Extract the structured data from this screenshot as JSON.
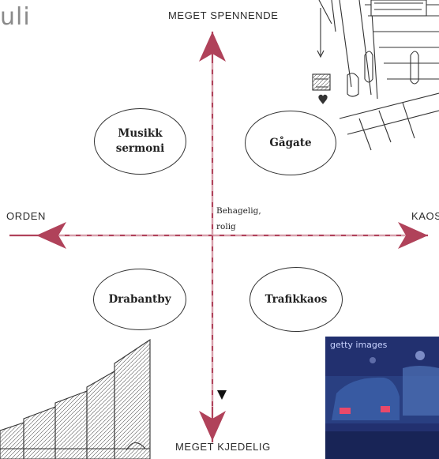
{
  "corner_text": "uli",
  "axes": {
    "top": "MEGET SPENNENDE",
    "bottom": "MEGET KJEDELIG",
    "left": "ORDEN",
    "right": "KAOS"
  },
  "center_note": [
    "Behagelig,",
    "rolig"
  ],
  "quadrants": {
    "top_left": [
      "Musikk",
      "sermoni"
    ],
    "top_right": [
      "Gågate"
    ],
    "bottom_left": [
      "Drabantby"
    ],
    "bottom_right": [
      "Trafikkaos"
    ]
  },
  "photo_caption": "getty images",
  "colors": {
    "arrow": "#b0425a",
    "ink": "#222222",
    "photo": "#23357a"
  }
}
